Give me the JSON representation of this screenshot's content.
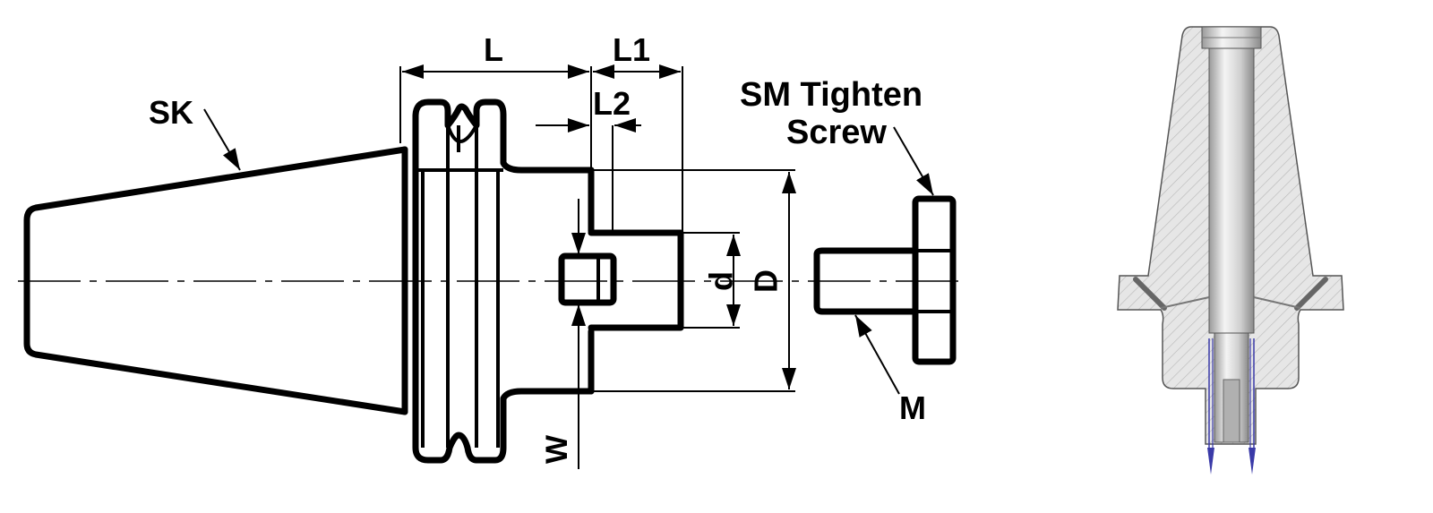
{
  "labels": {
    "sk": "SK",
    "l": "L",
    "l1": "L1",
    "l2": "L2",
    "d_small": "d",
    "d_large": "D",
    "w": "W",
    "m": "M",
    "sm_line1": "SM Tighten",
    "sm_line2": "Screw"
  },
  "colors": {
    "ink": "#000000",
    "section_fill": "#e6e6e6",
    "hatch": "#b8b8b8",
    "bore_light": "#f2f2f2",
    "bore_dark": "#9a9a9a",
    "coolant": "#3a3aa8"
  }
}
